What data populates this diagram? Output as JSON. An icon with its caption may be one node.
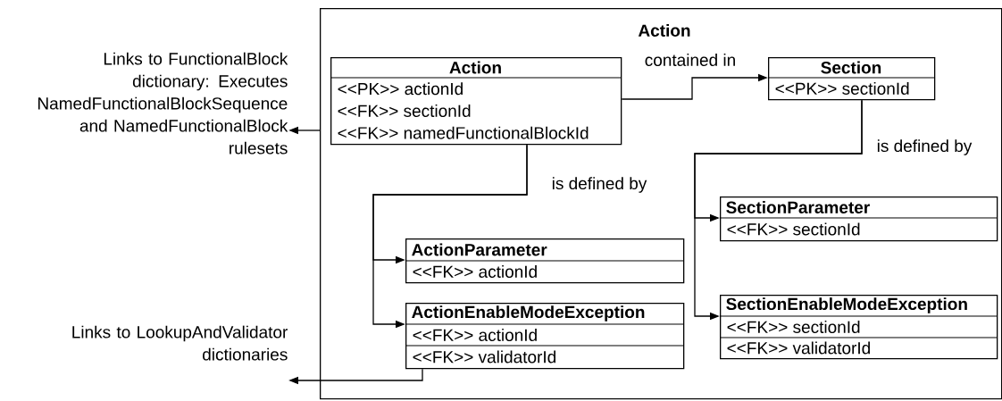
{
  "diagram": {
    "nodes": [
      {
        "text": [
          "Action"
        ]
      },
      {
        "text": [
          "Action",
          "<<PK>> actionId",
          "<<FK>> sectionId",
          "<<FK>> namedFunctionalBlockId"
        ],
        "in": 0
      },
      {
        "text": [
          "Section",
          "<<PK>> sectionId"
        ],
        "in": 0
      },
      {
        "text": [
          "ActionParameter",
          "<<FK>> actionId"
        ],
        "in": 0
      },
      {
        "text": [
          "ActionEnableModeException",
          "<<FK>> actionId",
          "<<FK>> validatorId"
        ],
        "in": 0
      },
      {
        "text": [
          "SectionParameter",
          "<<FK>> sectionId"
        ],
        "in": 0
      },
      {
        "text": [
          "SectionEnableModeException",
          "<<FK>> sectionId",
          "<<FK>> validatorId"
        ],
        "in": 0
      },
      {
        "text": [
          "Links to FunctionalBlock dictionary: Executes NamedFunctionalBlockSequence and NamedFunctionalBlock rulesets"
        ]
      },
      {
        "text": [
          "Links to LookupAndValidator dictionaries"
        ]
      }
    ],
    "edges": [
      {
        "from": 1,
        "to": 2,
        "arrow": "to",
        "label": "contained in"
      },
      {
        "from": 2,
        "to": 5,
        "arrow": "to",
        "label": "is defined by"
      },
      {
        "from": 2,
        "to": 6,
        "arrow": "to"
      },
      {
        "from": 1,
        "to": 3,
        "arrow": "to",
        "label": "is defined by"
      },
      {
        "from": 1,
        "to": 4,
        "arrow": "to"
      },
      {
        "from": 0,
        "to": 7,
        "arrow": "to"
      },
      {
        "from": 4,
        "to": 8,
        "arrow": "to"
      }
    ]
  }
}
